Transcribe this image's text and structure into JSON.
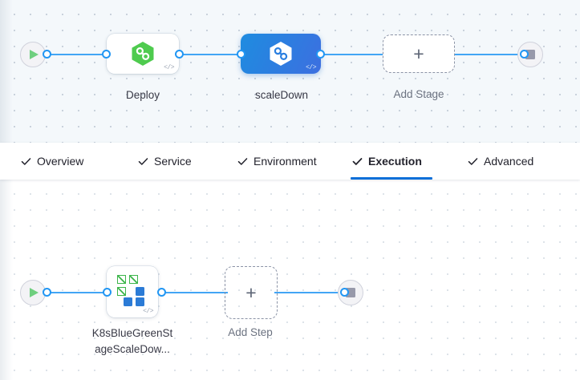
{
  "stage_canvas": {
    "name": "pipeline-stage-canvas",
    "start_node": {
      "icon": "play-icon"
    },
    "end_node": {
      "icon": "stop-icon"
    },
    "nodes": [
      {
        "id": "deploy",
        "label": "Deploy",
        "icon": "harness-hexagon-icon",
        "state": "normal",
        "code_badge": "</>"
      },
      {
        "id": "scaledown",
        "label": "scaleDown",
        "icon": "harness-hexagon-icon",
        "state": "selected",
        "code_badge": "</>"
      },
      {
        "id": "add-stage",
        "label": "Add Stage",
        "icon": "plus-icon",
        "state": "dashed",
        "code_badge": ""
      }
    ]
  },
  "tabs": {
    "name": "stage-config-tabs",
    "items": [
      {
        "id": "overview",
        "label": "Overview",
        "icon": "check-icon",
        "active": false
      },
      {
        "id": "service",
        "label": "Service",
        "icon": "check-icon",
        "active": false
      },
      {
        "id": "environment",
        "label": "Environment",
        "icon": "check-icon",
        "active": false
      },
      {
        "id": "execution",
        "label": "Execution",
        "icon": "check-icon",
        "active": true
      },
      {
        "id": "advanced",
        "label": "Advanced",
        "icon": "check-icon",
        "active": false
      }
    ]
  },
  "step_canvas": {
    "name": "execution-step-canvas",
    "start_node": {
      "icon": "play-icon"
    },
    "end_node": {
      "icon": "stop-icon"
    },
    "nodes": [
      {
        "id": "k8s-bluegreen-scaledown",
        "label_line1": "K8sBlueGreenSt",
        "label_line2": "ageScaleDow...",
        "icon": "kubernetes-grid-icon",
        "code_badge": "</>"
      },
      {
        "id": "add-step",
        "label": "Add Step",
        "icon": "plus-icon"
      }
    ]
  },
  "colors": {
    "accent_blue": "#2196f3",
    "selected_node_blue": "#2b7fe0",
    "tab_active_underline": "#0d6fd8",
    "harness_green": "#3cb54a",
    "stage_canvas_bg": "#f4f8fb",
    "step_canvas_bg": "#ffffff"
  }
}
